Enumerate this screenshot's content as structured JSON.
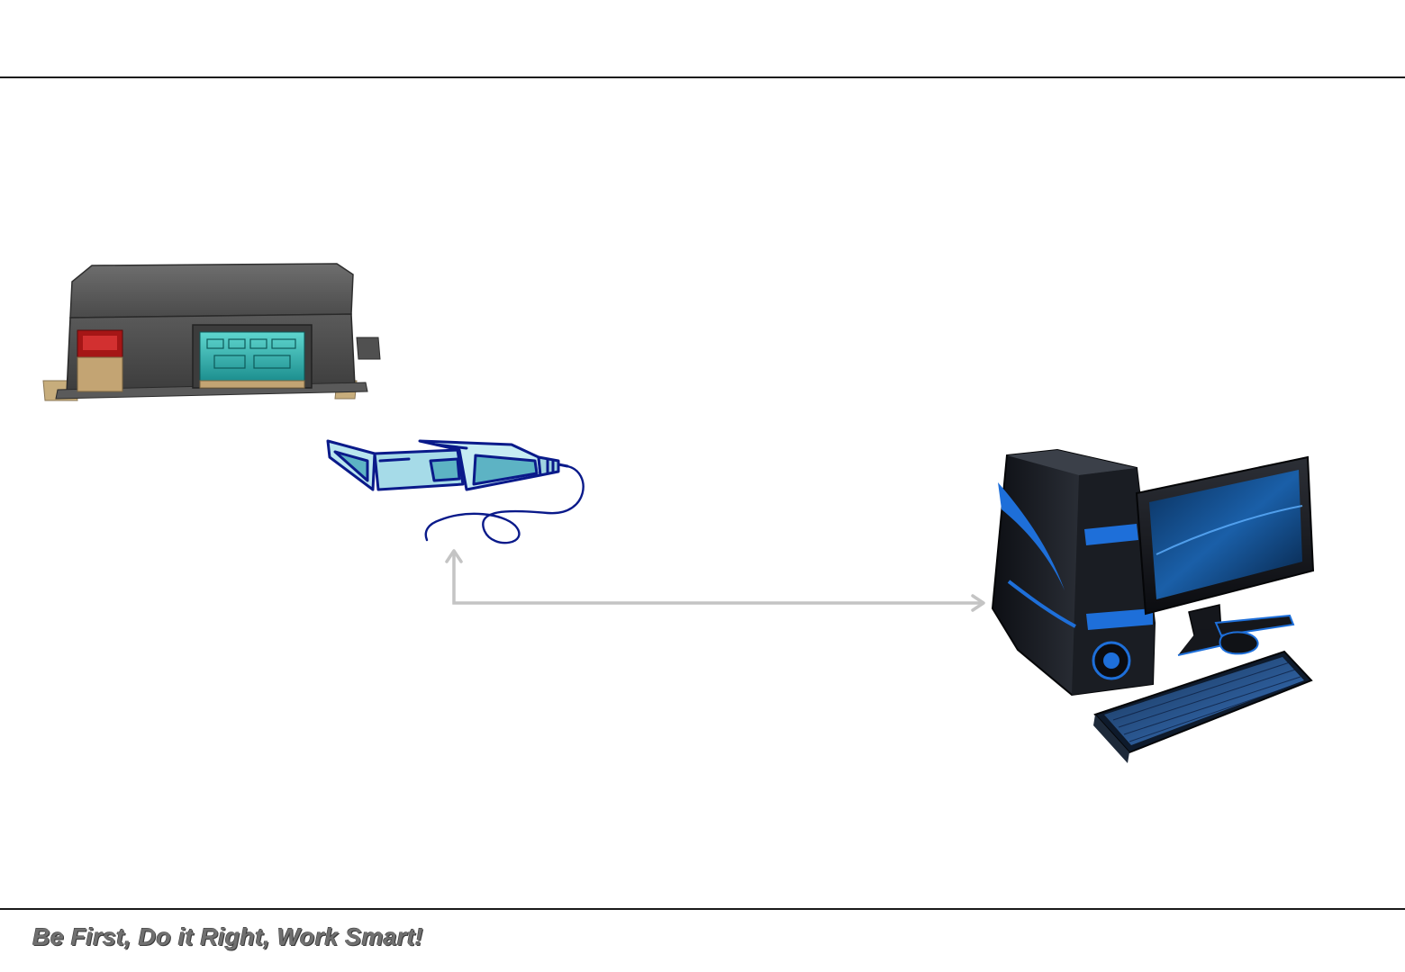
{
  "footer": {
    "slogan": "Be First, Do it Right, Work Smart!"
  },
  "diagram": {
    "nodes": [
      {
        "id": "control-unit",
        "icon": "electronic-control-module-icon"
      },
      {
        "id": "usb-adapter",
        "icon": "usb-connector-cable-icon"
      },
      {
        "id": "computer",
        "icon": "desktop-computer-icon"
      }
    ],
    "edges": [
      {
        "from": "usb-adapter",
        "to": "computer",
        "bidirectional": true,
        "color": "#c4c4c4"
      }
    ]
  },
  "colors": {
    "rule": "#1a1a1a",
    "slogan": "#707070",
    "connector": "#c4c4c4",
    "accent_blue": "#1e6fd9",
    "cable_outline": "#0a1a8a"
  }
}
